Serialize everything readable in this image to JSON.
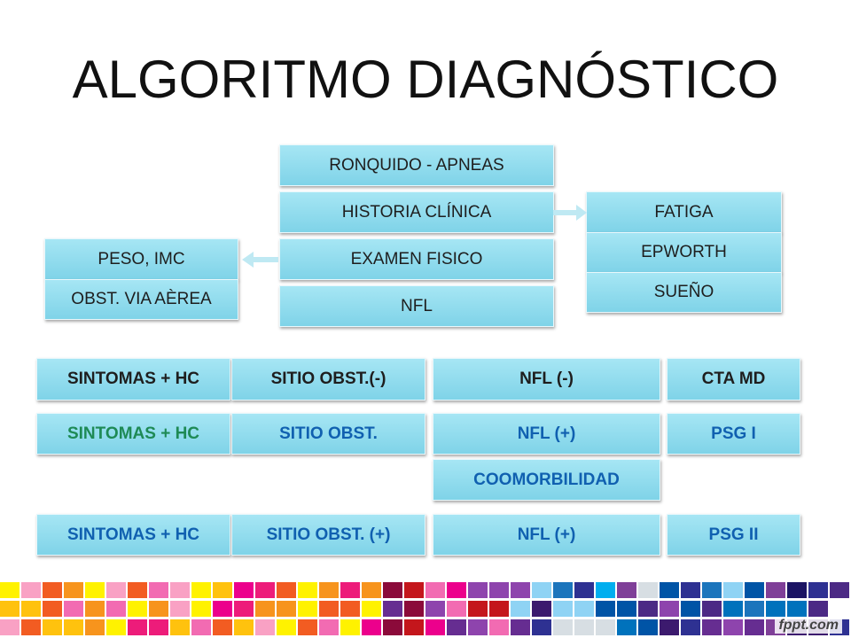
{
  "title": "ALGORITMO DIAGNÓSTICO",
  "flow": {
    "center": [
      "RONQUIDO - APNEAS",
      "HISTORIA CLÍNICA",
      "EXAMEN FISICO",
      "NFL"
    ],
    "left": [
      "PESO, IMC",
      "OBST. VIA AÈREA"
    ],
    "right": [
      "FATIGA",
      "EPWORTH",
      "SUEÑO"
    ]
  },
  "rows": [
    {
      "a": "SINTOMAS + HC",
      "b": "SITIO OBST.(-)",
      "c": "NFL  (-)",
      "d": "CTA MD"
    },
    {
      "a": "SINTOMAS + HC",
      "b": "SITIO OBST.",
      "c": "NFL (+)",
      "d": "PSG I"
    },
    {
      "comorbidity": "COOMORBILIDAD"
    },
    {
      "a": "SINTOMAS + HC",
      "b": "SITIO OBST. (+)",
      "c": "NFL  (+)",
      "d": "PSG II"
    }
  ],
  "logo": "fppt.com",
  "colors": {
    "box_top": "#a6e6f4",
    "box_bottom": "#7fd3e8",
    "green_text": "#1e8a55",
    "blue_text": "#1060b0"
  }
}
